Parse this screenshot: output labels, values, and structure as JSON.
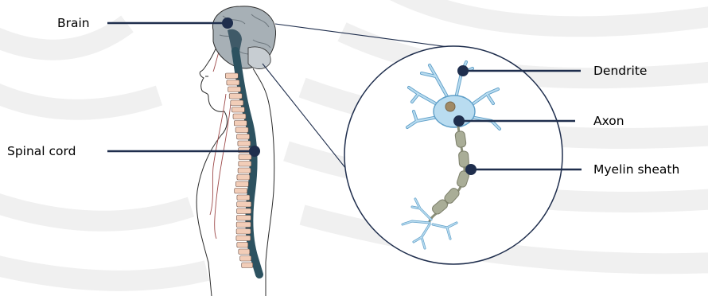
{
  "labels": {
    "brain": "Brain",
    "spinal_cord": "Spinal cord",
    "dendrite": "Dendrite",
    "axon": "Axon",
    "myelin_sheath": "Myelin sheath"
  },
  "colors": {
    "leader": "#1f2e4d",
    "text": "#1a1a1a",
    "background_waves": "#f2f2f2",
    "outline": "#2b2b2b",
    "brain": "#9aa4ab",
    "brainstem": "#3f5a68",
    "spinal_cord": "#2d5260",
    "vertebra": "#f2cdb8",
    "nerve": "#9e4a4a",
    "neuron_fill": "#b9dcf0",
    "neuron_stroke": "#5f9fc8",
    "nucleus": "#a08a66",
    "myelin": "#a9ad97"
  },
  "icons": {
    "anatomy": "human-nervous-system-outline",
    "neuron": "neuron-cell"
  }
}
